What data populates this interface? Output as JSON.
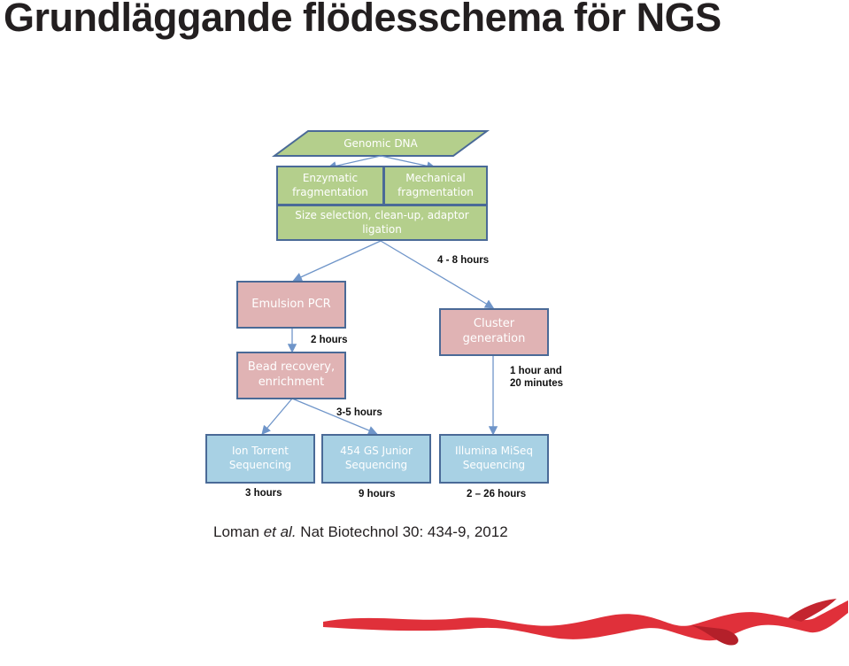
{
  "slide": {
    "title": "Grundläggande flödesschema för NGS"
  },
  "flowchart": {
    "genomic_dna": "Genomic DNA",
    "enzymatic": "Enzymatic\nfragmentation",
    "mechanical": "Mechanical\nfragmentation",
    "size_selection": "Size selection, clean-up, adaptor ligation",
    "emulsion_pcr": "Emulsion PCR",
    "bead_recovery": "Bead recovery,\nenrichment",
    "cluster_generation": "Cluster\ngeneration",
    "ion_torrent": "Ion Torrent\nSequencing",
    "gs_junior": "454 GS Junior\nSequencing",
    "illumina": "Illumina MiSeq\nSequencing",
    "time_library": "4 - 8 hours",
    "time_emulsion": "2 hours",
    "time_cluster": "1 hour and\n20 minutes",
    "time_bead": "3-5 hours",
    "time_ion": "3 hours",
    "time_454": "9 hours",
    "time_illumina": "2 – 26 hours"
  },
  "citation": {
    "author": "Loman ",
    "etal": "et al.",
    "journal": " Nat Biotechnol 30: 434-9, 2012"
  },
  "colors": {
    "green_box": "#b4cf8c",
    "pink_box": "#e0b3b4",
    "blue_box": "#a8d1e4",
    "border": "#4a6a97",
    "ribbon": "#e0303a"
  }
}
